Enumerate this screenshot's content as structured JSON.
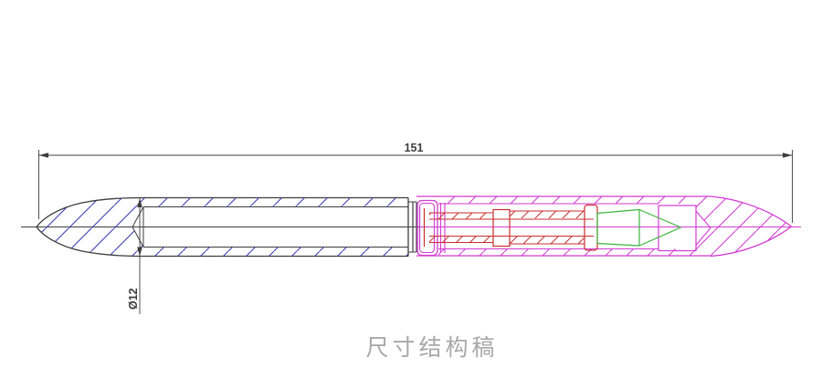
{
  "caption": {
    "text": "尺寸结构稿"
  },
  "dimensions": {
    "length_label": "151",
    "diameter_label": "Ø12"
  },
  "colors": {
    "line-dark": "#3d3d3d",
    "hatch-blue": "#3c3cb4",
    "outline-magenta": "#d23bd2",
    "part-red": "#c92f2f",
    "part-green": "#3cb43c",
    "caption-gray": "#a8a8a8"
  }
}
